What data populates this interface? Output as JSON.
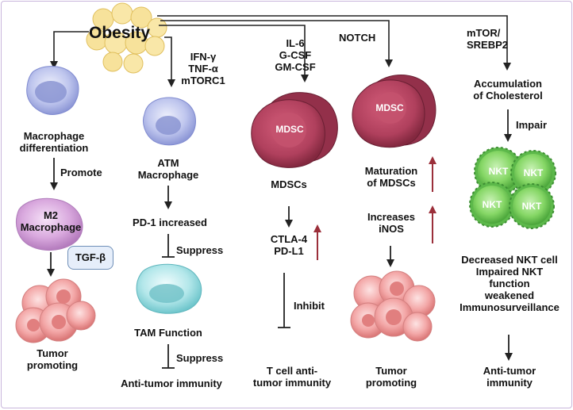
{
  "title": "Obesity",
  "col1": {
    "diff": "Macrophage differentiation",
    "promote": "Promote",
    "m2_line1": "M2",
    "m2_line2": "Macrophage",
    "tgf": "TGF-β",
    "tumor_line1": "Tumor",
    "tumor_line2": "promoting"
  },
  "col2": {
    "sig1": "IFN-γ",
    "sig2": "TNF-α",
    "sig3": "mTORC1",
    "atm_line1": "ATM",
    "atm_line2": "Macrophage",
    "pd1": "PD-1 increased",
    "suppress1": "Suppress",
    "tam": "TAM Function",
    "suppress2": "Suppress",
    "anti": "Anti-tumor immunity"
  },
  "col3": {
    "sig1": "IL-6",
    "sig2": "G-CSF",
    "sig3": "GM-CSF",
    "cell": "MDSC",
    "mdscs": "MDSCs",
    "ctla4": "CTLA-4",
    "pdl1": "PD-L1",
    "inhibit": "Inhibit",
    "tcell_line1": "T cell anti-",
    "tcell_line2": "tumor immunity"
  },
  "col4": {
    "sig": "NOTCH",
    "cell": "MDSC",
    "mat_line1": "Maturation",
    "mat_line2": "of MDSCs",
    "inc_line1": "Increases",
    "inc_line2": "iNOS",
    "tumor_line1": "Tumor",
    "tumor_line2": "promoting"
  },
  "col5": {
    "sig1": "mTOR/",
    "sig2": "SREBP2",
    "acc_line1": "Accumulation",
    "acc_line2": "of Cholesterol",
    "impair": "Impair",
    "nkt": "NKT",
    "dec1": "Decreased NKT cell",
    "dec2": "Impaired NKT",
    "dec3": "function",
    "dec4": "weakened",
    "dec5": "Immunosurveillance",
    "anti_line1": "Anti-tumor",
    "anti_line2": "immunity"
  },
  "colors": {
    "arrow": "#222222",
    "up_arrow": "#9b2f3a",
    "fat": "#f7e29b",
    "macrophage": "#aeb7e6",
    "m2": "#cf9fd6",
    "tam": "#9fdde0",
    "mdsc": "#b0405d",
    "tumor": "#ef9a9a",
    "nkt": "#7bd35c"
  }
}
